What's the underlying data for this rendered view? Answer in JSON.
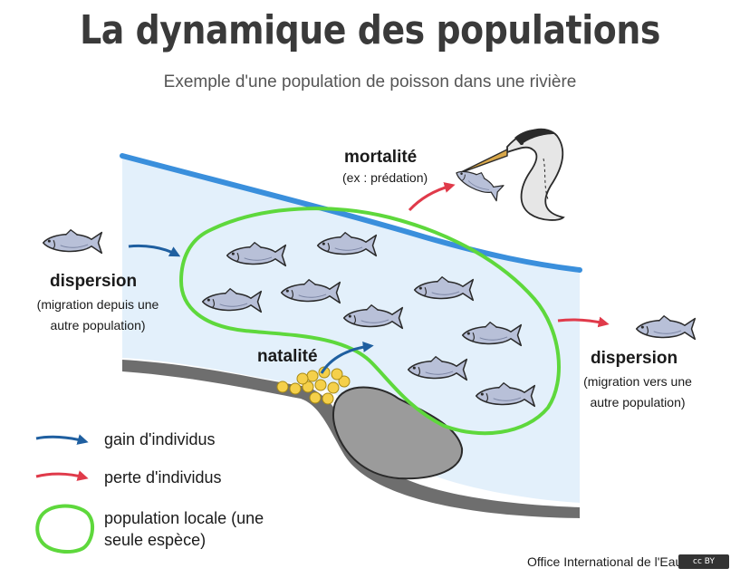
{
  "title": "La dynamique des populations",
  "subtitle": "Exemple d'une population de poisson dans une rivière",
  "labels": {
    "mortality": "mortalité",
    "mortality_example": "(ex : prédation)",
    "dispersion_in": "dispersion",
    "dispersion_in_desc_1": "(migration depuis une",
    "dispersion_in_desc_2": "autre population)",
    "natality": "natalité",
    "dispersion_out": "dispersion",
    "dispersion_out_desc_1": "(migration vers une",
    "dispersion_out_desc_2": "autre population)"
  },
  "legend": {
    "gain": "gain d'individus",
    "loss": "perte d'individus",
    "population_1": "population locale (une",
    "population_2": "seule espèce)"
  },
  "credit": "Office International de l'Eau -",
  "license_badge": "cc BY",
  "colors": {
    "gain_arrow": "#1f5fa0",
    "loss_arrow": "#e03a4a",
    "population_outline": "#5ed83c",
    "water": "#e3f0fb",
    "river_top_edge": "#3a8fdc",
    "riverbed": "#6e6e6e",
    "rock": "#9b9b9b",
    "fish_body": "#b8c0d8",
    "eggs": "#f5d04a"
  },
  "icons": [
    "fish-icon",
    "heron-icon",
    "rock-icon",
    "egg-cluster-icon",
    "cc-by-icon"
  ]
}
